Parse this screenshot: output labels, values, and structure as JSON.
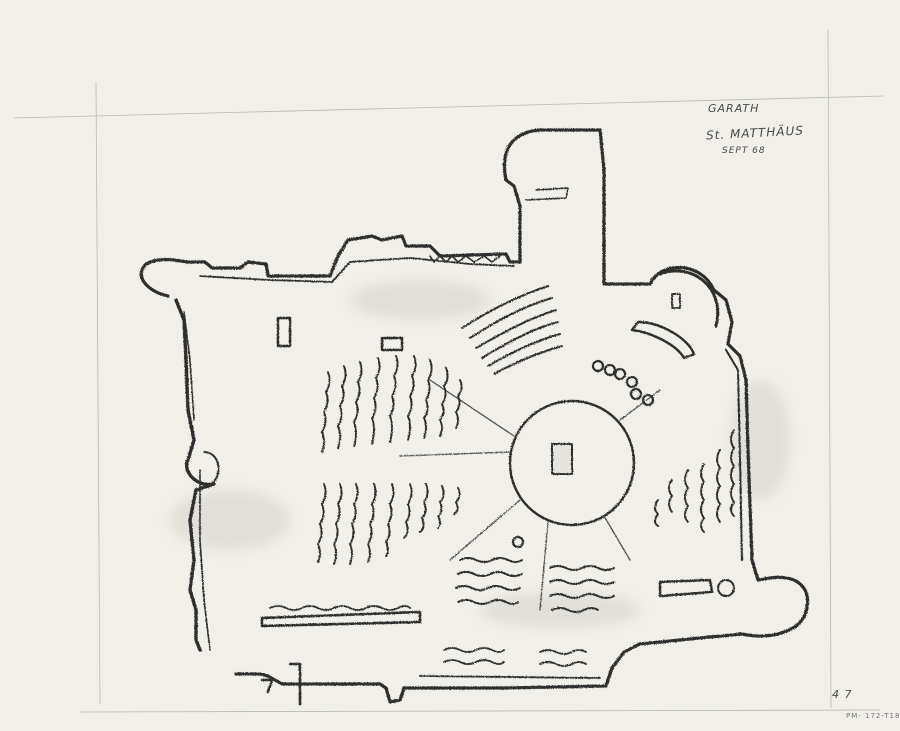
{
  "sheet": {
    "paper_color": "#f1efe9",
    "pencil_color": "#2f2f2f",
    "guide_color": "#b9b9b6"
  },
  "annotations": {
    "architect": "GARATH",
    "title": "St. MATTHÄUS",
    "date": "SEPT 68",
    "sheet_number": "4 7",
    "archive_ref": "PM- 172-T18"
  }
}
